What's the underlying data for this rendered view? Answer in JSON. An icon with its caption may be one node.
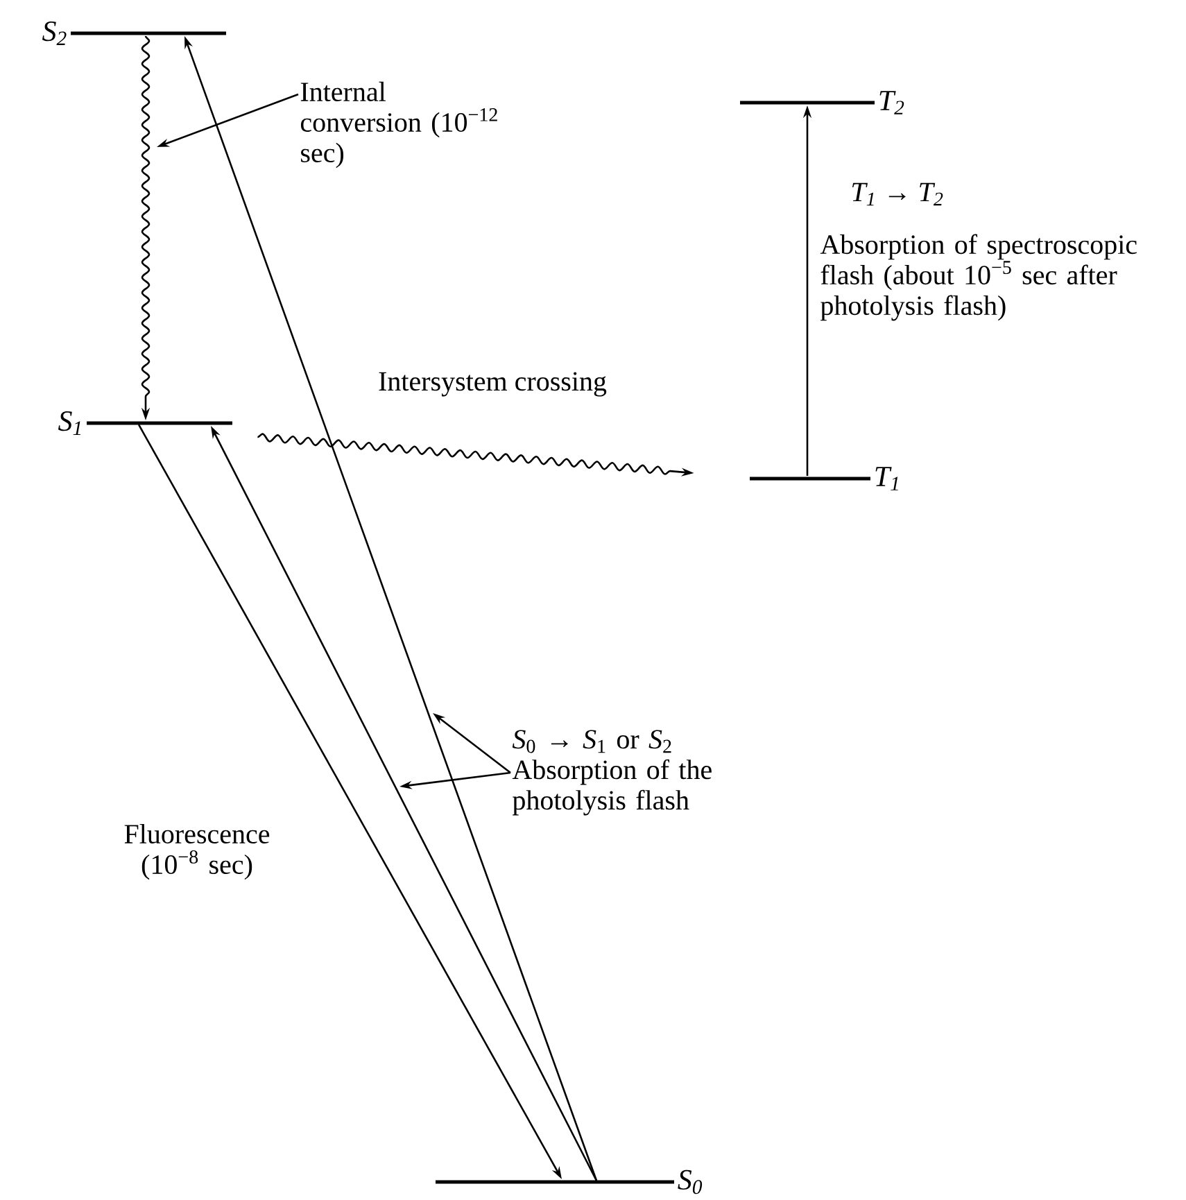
{
  "diagram": {
    "nodes": [
      {
        "text": [
          "S$_{2}$"
        ]
      },
      {
        "text": [
          "S$_{1}$"
        ]
      },
      {
        "text": [
          "S$_{0}$"
        ]
      },
      {
        "text": [
          "T$_{2}$"
        ]
      },
      {
        "text": [
          "T$_{1}$"
        ]
      },
      {
        "text": [
          "Internal conversion (10$^{−12}$ sec)"
        ]
      },
      {
        "text": [
          "*S*$_{0}$ → *S*$_{1}$ or *S*$_{2}$",
          "Absorption of the photolysis flash"
        ]
      }
    ],
    "edges": [
      {
        "from": 0,
        "to": 1,
        "arrow": "to"
      },
      {
        "from": 1,
        "to": 4,
        "arrow": "to",
        "label": "Intersystem crossing"
      },
      {
        "from": 4,
        "to": 3,
        "arrow": "to",
        "label": "Absorption of spectroscopic flash (about 10$^{−5}$ sec after photolysis flash)"
      },
      {
        "from": 2,
        "to": 0,
        "arrow": "to"
      },
      {
        "from": 2,
        "to": 1,
        "arrow": "to"
      },
      {
        "from": 1,
        "to": 2,
        "arrow": "to",
        "label": "Fluorescence (10$^{−8}$ sec)"
      },
      {
        "from": 5,
        "to": null,
        "arrow": "to"
      },
      {
        "from": 6,
        "to": null,
        "arrow": "to"
      },
      {
        "from": 6,
        "to": null,
        "arrow": "to"
      }
    ],
    "labels": [
      "T$_{1}$ → T$_{2}$"
    ]
  }
}
